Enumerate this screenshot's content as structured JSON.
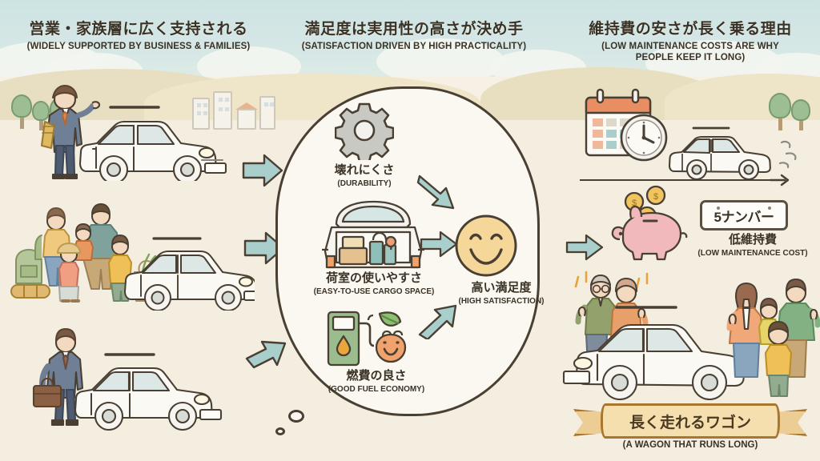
{
  "infographic": {
    "title_left_jp": "営業・家族層に広く支持される",
    "title_left_en": "(WIDELY SUPPORTED BY BUSINESS & FAMILIES)",
    "title_center_jp": "満足度は実用性の高さが決め手",
    "title_center_en": "(SATISFACTION DRIVEN BY HIGH PRACTICALITY)",
    "title_right_jp": "維持費の安さが長く乗る理由",
    "title_right_en_line1": "(LOW MAINTENANCE COSTS ARE WHY",
    "title_right_en_line2": "PEOPLE KEEP IT LONG)"
  },
  "bubble": {
    "items": [
      {
        "jp": "壊れにくさ",
        "en": "(DURABILITY)",
        "icon": "gear-icon"
      },
      {
        "jp": "荷室の使いやすさ",
        "en": "(EASY-TO-USE CARGO SPACE)",
        "icon": "open-trunk-icon"
      },
      {
        "jp": "燃費の良さ",
        "en": "(GOOD FUEL ECONOMY)",
        "icon": "fuel-pump-leaf-coinpurse-icon"
      }
    ],
    "result": {
      "jp": "高い満足度",
      "en": "(HIGH SATISFACTION)",
      "icon": "smiley-face-icon"
    }
  },
  "right_panel": {
    "plate_text": "5ナンバー",
    "cost_jp": "低維持費",
    "cost_en": "(LOW MAINTENANCE COST)",
    "piggy_coin_symbol": "$",
    "banner_jp": "長く走れるワゴン",
    "banner_en": "(A WAGON THAT RUNS LONG)"
  },
  "scenes": {
    "left": [
      {
        "name": "salesman-with-folder-and-wagon"
      },
      {
        "name": "family-of-five-with-camping-gear-and-wagon"
      },
      {
        "name": "businessman-with-briefcase-and-wagon"
      }
    ],
    "right": [
      {
        "name": "calendar-clock-wagon-timeline"
      },
      {
        "name": "piggy-bank-with-coins"
      },
      {
        "name": "elderly-couple-and-family-with-wagon"
      }
    ]
  },
  "colors": {
    "sky": "#cfe4e4",
    "ground": "#f4eee0",
    "ink": "#3b3226",
    "arrow": "#a9cfcc",
    "banner": "#f6dfae",
    "piggy": "#f2b9bc",
    "smiley": "#f5d79a"
  }
}
